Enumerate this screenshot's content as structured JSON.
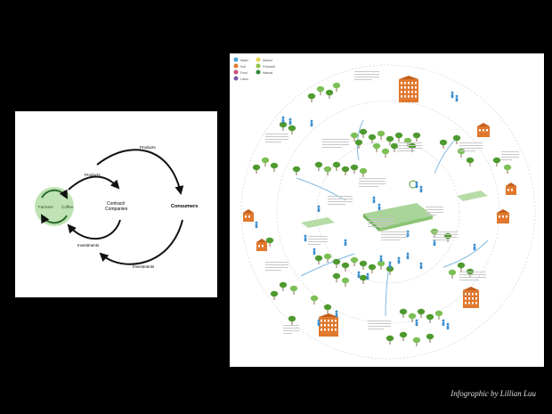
{
  "left_diagram": {
    "center_circle_labels": [
      "Farmers",
      "Coffee"
    ],
    "contract_label": "Contract/\nCompanies",
    "consumers_label": "Consumers",
    "arrow_labels": {
      "top_outer": "Products",
      "top_inner": "Products",
      "bottom_inner": "Investments",
      "bottom_outer": "Investments"
    },
    "colors": {
      "center_circle": "#bfe3b4",
      "arrows": "#111111"
    }
  },
  "right_infographic": {
    "legend": [
      {
        "label": "Water",
        "color": "#4a9fd8"
      },
      {
        "label": "Soil",
        "color": "#e07b2f"
      },
      {
        "label": "Food",
        "color": "#c44f7a"
      },
      {
        "label": "Labor",
        "color": "#7a5aa6"
      },
      {
        "label": "Market",
        "color": "#e2d34a"
      },
      {
        "label": "Financial",
        "color": "#8fbf4a"
      },
      {
        "label": "Natural",
        "color": "#2f8a3b"
      }
    ],
    "colors": {
      "trees": "#4e9a2f",
      "buildings": "#e0782e",
      "people": "#3a8fd0",
      "rings": "#d8d8d8"
    }
  },
  "caption": "Infographic by Lillian Luu"
}
